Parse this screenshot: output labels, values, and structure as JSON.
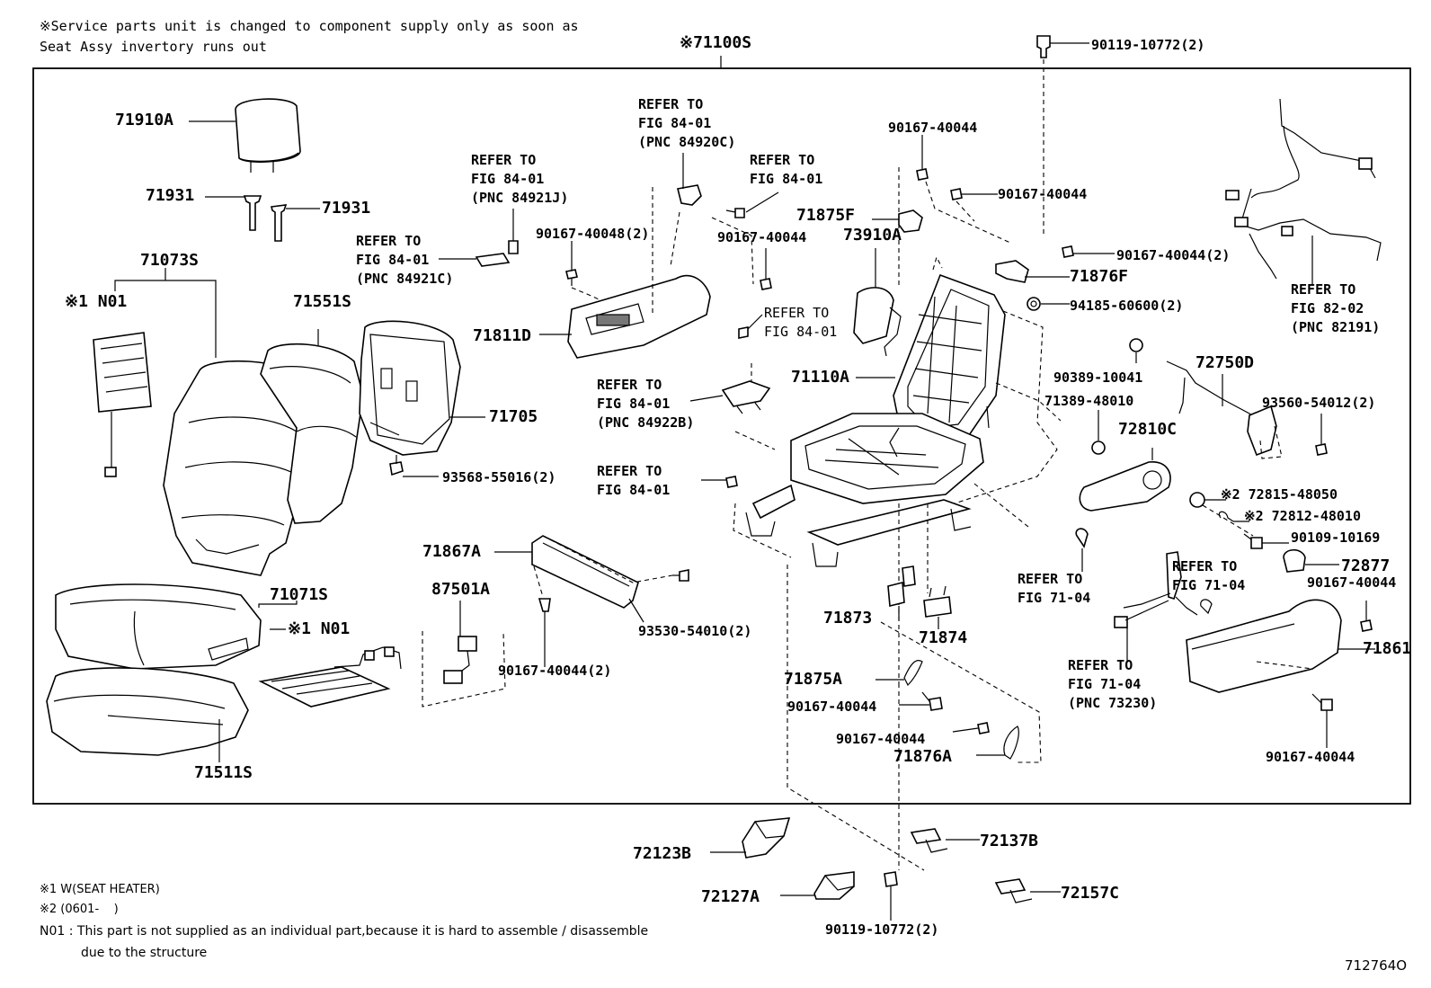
{
  "header_note": {
    "line1": "※Service parts unit is changed to component supply only as soon as",
    "line2": "Seat Assy invertory runs out"
  },
  "assembly_label": "※71100S",
  "parts": {
    "p71910A": "71910A",
    "p71931_left": "71931",
    "p71931_right": "71931",
    "p71073S": "71073S",
    "p_n01_top": "※1 N01",
    "p71551S": "71551S",
    "p71705": "71705",
    "p93568": "93568-55016(2)",
    "p71071S": "71071S",
    "p_n01_bottom": "※1 N01",
    "p71511S": "71511S",
    "p90167_40048": "90167-40048(2)",
    "p71811D": "71811D",
    "p90167_40044_a": "90167-40044",
    "p71867A": "71867A",
    "p87501A": "87501A",
    "p93530": "93530-54010(2)",
    "p90167_40044_2a": "90167-40044(2)",
    "p90119_top": "90119-10772(2)",
    "p90167_40044_b": "90167-40044",
    "p90167_40044_c": "90167-40044",
    "p71875F": "71875F",
    "p73910A": "73910A",
    "p90167_40044_2b": "90167-40044(2)",
    "p71876F": "71876F",
    "p94185": "94185-60600(2)",
    "p71110A": "71110A",
    "p90389": "90389-10041",
    "p71389": "71389-48010",
    "p72750D": "72750D",
    "p93560": "93560-54012(2)",
    "p72810C": "72810C",
    "p72815": "※2 72815-48050",
    "p72812": "※2 72812-48010",
    "p90109": "90109-10169",
    "p72877": "72877",
    "p90167_40044_d": "90167-40044",
    "p71861": "71861",
    "p90167_40044_e": "90167-40044",
    "p71873": "71873",
    "p71874": "71874",
    "p71875A": "71875A",
    "p90167_40044_f": "90167-40044",
    "p90167_40044_g": "90167-40044",
    "p71876A": "71876A",
    "p72123B": "72123B",
    "p72127A": "72127A",
    "p72137B": "72137B",
    "p72157C": "72157C",
    "p90119_bottom": "90119-10772(2)"
  },
  "refs": {
    "ref_84921J": "REFER TO\nFIG 84-01\n(PNC 84921J)",
    "ref_84921C": "REFER TO\nFIG 84-01\n(PNC 84921C)",
    "ref_84920C": "REFER TO\nFIG 84-01\n(PNC 84920C)",
    "ref_8401_a": "REFER TO\nFIG 84-01",
    "ref_8401_b": "REFER TO\nFIG 84-01",
    "ref_84922B": "REFER TO\nFIG 84-01\n(PNC 84922B)",
    "ref_8401_c": "REFER TO\nFIG 84-01",
    "ref_82191": "REFER TO\nFIG 82-02\n(PNC 82191)",
    "ref_7104_a": "REFER TO\nFIG 71-04",
    "ref_7104_b": "REFER TO\nFIG 71-04",
    "ref_73230": "REFER TO\nFIG 71-04\n(PNC 73230)"
  },
  "footnotes": {
    "f1": "※1 W(SEAT HEATER)",
    "f2": "※2 (0601-    )",
    "f3": "N01 : This part is not supplied as an individual part,because it is hard to assemble / disassemble",
    "f4": "due to the structure"
  },
  "drawing_id": "712764O"
}
